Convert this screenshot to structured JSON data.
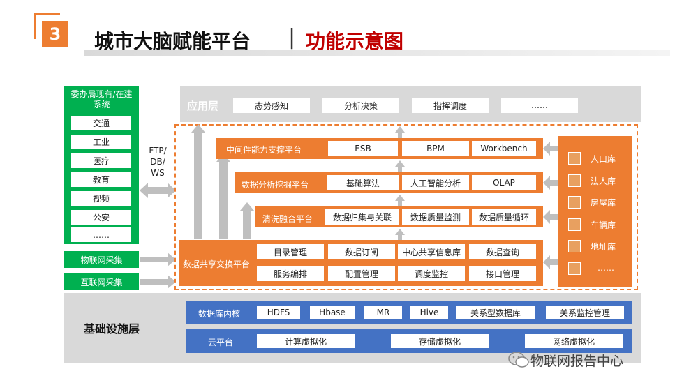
{
  "header": {
    "number": "3",
    "title_main": "城市大脑赋能平台",
    "separator": "|",
    "title_sub": "功能示意图"
  },
  "left_panel": {
    "heading": "委办局现有/在建系统",
    "items": [
      "交通",
      "工业",
      "医疗",
      "教育",
      "视频",
      "公安",
      "……"
    ],
    "iot_collect": "物联网采集",
    "internet_collect": "互联网采集"
  },
  "transfer_label": "FTP/\nDB/\nWS",
  "app_layer": {
    "label": "应用层",
    "items": [
      "态势感知",
      "分析决策",
      "指挥调度",
      "……"
    ]
  },
  "middleware": {
    "label": "中间件能力支撑平台",
    "items": [
      "ESB",
      "BPM",
      "Workbench"
    ]
  },
  "data_mining": {
    "label": "数据分析挖掘平台",
    "items": [
      "基础算法",
      "人工智能分析",
      "OLAP"
    ]
  },
  "cleaning": {
    "label": "清洗融合平台",
    "items": [
      "数据归集与关联",
      "数据质量监测",
      "数据质量循环"
    ]
  },
  "sharing": {
    "label": "数据共享交换平台",
    "row1": [
      "目录管理",
      "数据订阅",
      "中心共享信息库",
      "数据查询"
    ],
    "row2": [
      "服务编排",
      "配置管理",
      "调度监控",
      "接口管理"
    ]
  },
  "right_panel": {
    "items": [
      "人口库",
      "法人库",
      "房屋库",
      "车辆库",
      "地址库",
      "……"
    ]
  },
  "infrastructure": {
    "label": "基础设施层",
    "db_kernel": {
      "label": "数据库内核",
      "items": [
        "HDFS",
        "Hbase",
        "MR",
        "Hive",
        "关系型数据库",
        "关系监控管理"
      ]
    },
    "cloud": {
      "label": "云平台",
      "items": [
        "计算虚拟化",
        "存储虚拟化",
        "网络虚拟化"
      ]
    }
  },
  "watermark": "物联网报告中心",
  "colors": {
    "orange": "#ed7d31",
    "green": "#00b050",
    "blue": "#4472c4",
    "gray": "#d9d9d9",
    "title_red": "#c00000"
  }
}
